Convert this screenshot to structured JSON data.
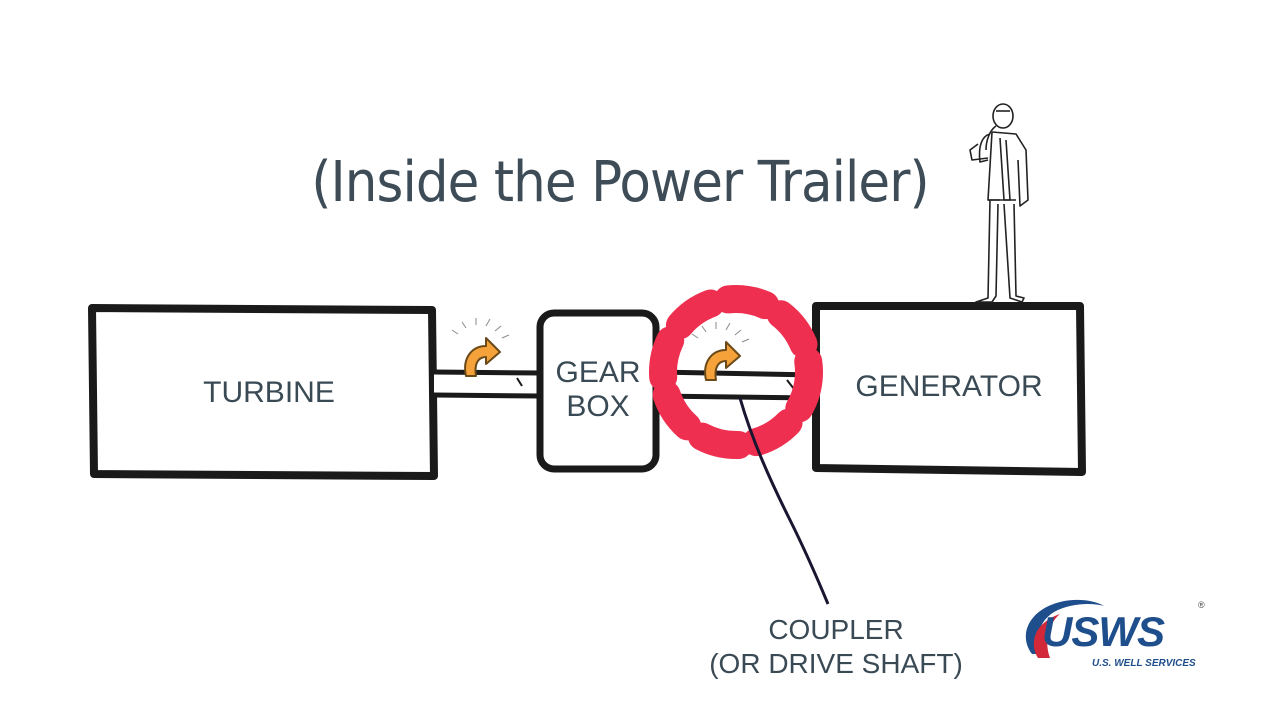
{
  "title": "(Inside the Power Trailer)",
  "components": {
    "turbine": "TURBINE",
    "gearbox_line1": "GEAR",
    "gearbox_line2": "BOX",
    "generator": "GENERATOR"
  },
  "callout": {
    "line1": "COUPLER",
    "line2": "(OR DRIVE SHAFT)"
  },
  "logo": {
    "wordmark": "USWS",
    "tagline": "U.S. WELL SERVICES",
    "registered": "®"
  },
  "colors": {
    "outline": "#1a1a1a",
    "text": "#3a4a55",
    "highlight_circle": "#ef2f4f",
    "arrow": "#f5a23a",
    "logo_blue": "#1f4e8c",
    "logo_red": "#d3283a"
  }
}
